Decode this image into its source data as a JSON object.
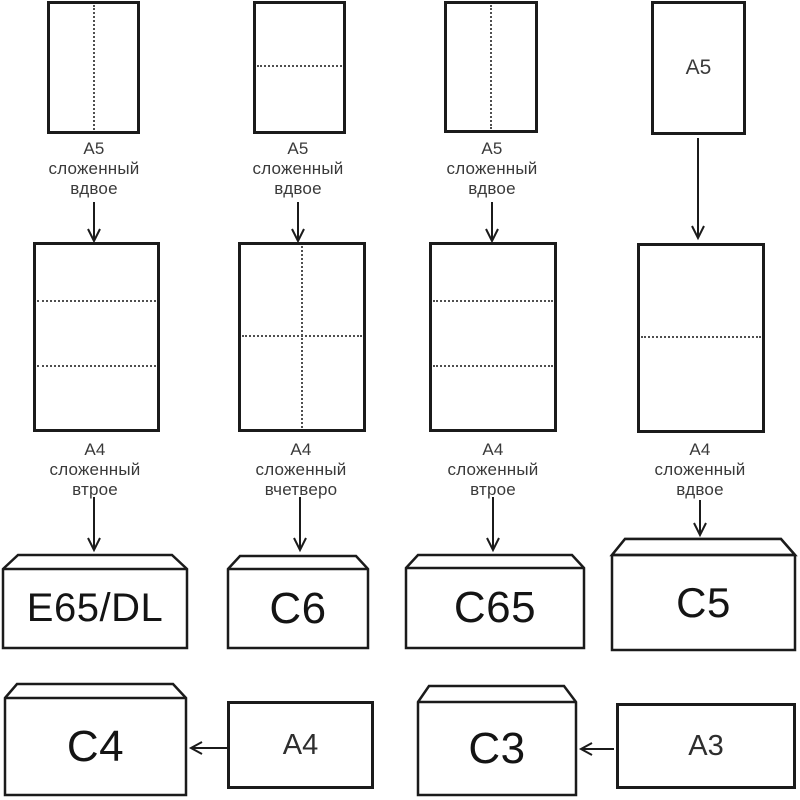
{
  "diagram": "paper-folding-to-envelope-sizes",
  "colors": {
    "highlight_fill": "#f8a3a4",
    "highlight_flap_fill": "#faadad"
  },
  "columns": [
    {
      "top_paper": {
        "name": "A5",
        "fold": "vertical-half",
        "caption_lines": [
          "A5",
          "сложенный",
          "вдвое"
        ]
      },
      "mid_paper": {
        "name": "A4",
        "fold": "two-horizontal-thirds",
        "caption_lines": [
          "A4",
          "сложенный",
          "втрое"
        ]
      },
      "envelope": {
        "label": "E65/DL",
        "highlighted": false
      }
    },
    {
      "top_paper": {
        "name": "A5",
        "fold": "horizontal-half",
        "caption_lines": [
          "A5",
          "сложенный",
          "вдвое"
        ]
      },
      "mid_paper": {
        "name": "A4",
        "fold": "cross-quarters",
        "caption_lines": [
          "A4",
          "сложенный",
          "вчетверо"
        ]
      },
      "envelope": {
        "label": "C6",
        "highlighted": false
      }
    },
    {
      "top_paper": {
        "name": "A5",
        "fold": "vertical-half",
        "caption_lines": [
          "A5",
          "сложенный",
          "вдвое"
        ]
      },
      "mid_paper": {
        "name": "A4",
        "fold": "two-horizontal-thirds",
        "caption_lines": [
          "A4",
          "сложенный",
          "втрое"
        ]
      },
      "envelope": {
        "label": "C65",
        "highlighted": false
      }
    },
    {
      "top_paper": {
        "name": "A5",
        "fold": "none",
        "inner_label": "A5"
      },
      "mid_paper": {
        "name": "A4",
        "fold": "horizontal-half",
        "caption_lines": [
          "A4",
          "сложенный",
          "вдвое"
        ]
      },
      "envelope": {
        "label": "C5",
        "highlighted": true
      }
    }
  ],
  "bottom_row": [
    {
      "envelope_label": "C4",
      "paper_label": "A4"
    },
    {
      "envelope_label": "C3",
      "paper_label": "A3"
    }
  ]
}
